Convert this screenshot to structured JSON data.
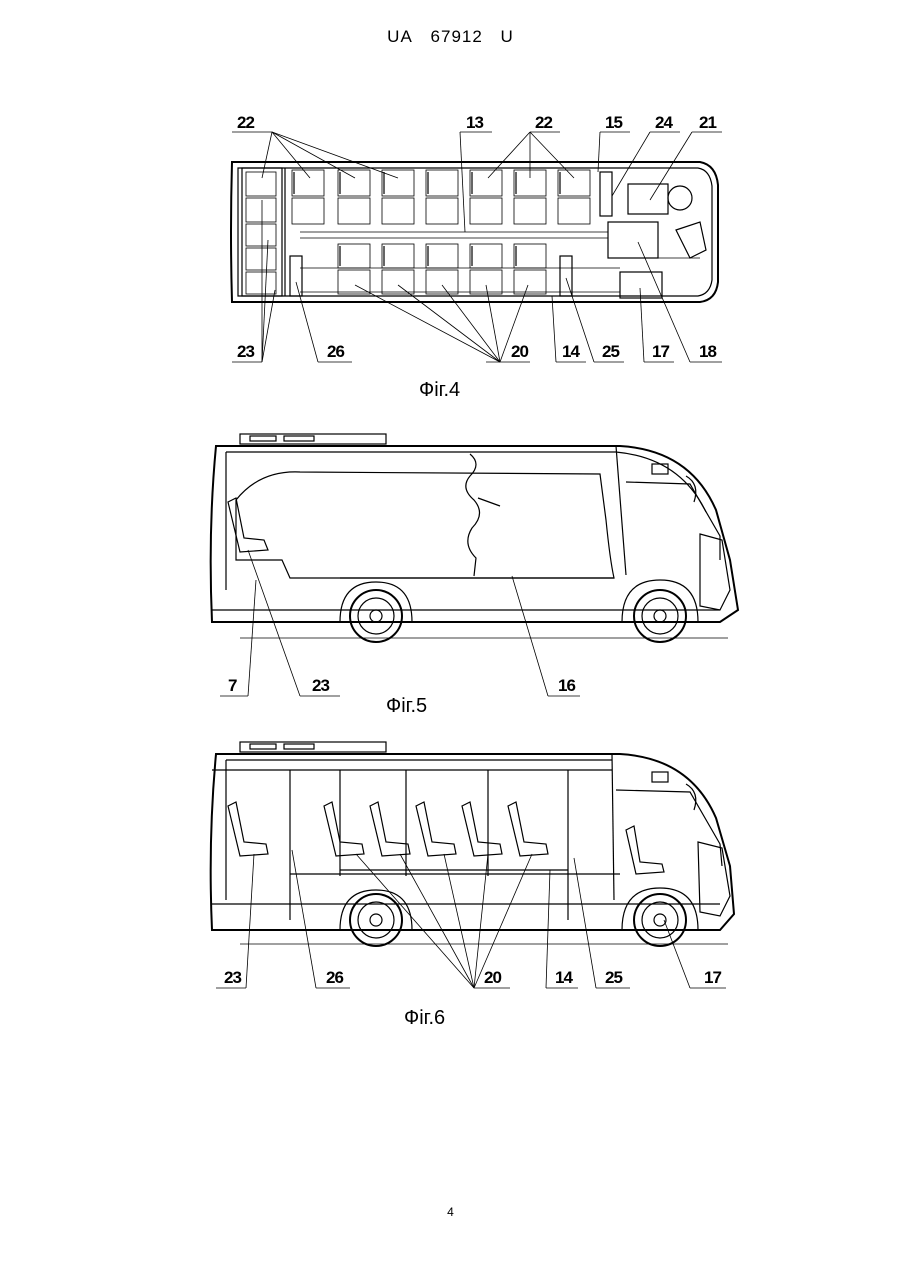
{
  "header": {
    "country": "UA",
    "number": "67912",
    "kind": "U"
  },
  "page_number": "4",
  "figures": [
    {
      "caption": "Фіг.4",
      "labels": [
        "22",
        "13",
        "22",
        "15",
        "24",
        "21",
        "23",
        "26",
        "20",
        "14",
        "25",
        "17",
        "18"
      ]
    },
    {
      "caption": "Фіг.5",
      "labels": [
        "7",
        "23",
        "16"
      ]
    },
    {
      "caption": "Фіг.6",
      "labels": [
        "23",
        "26",
        "20",
        "14",
        "25",
        "17"
      ]
    }
  ]
}
